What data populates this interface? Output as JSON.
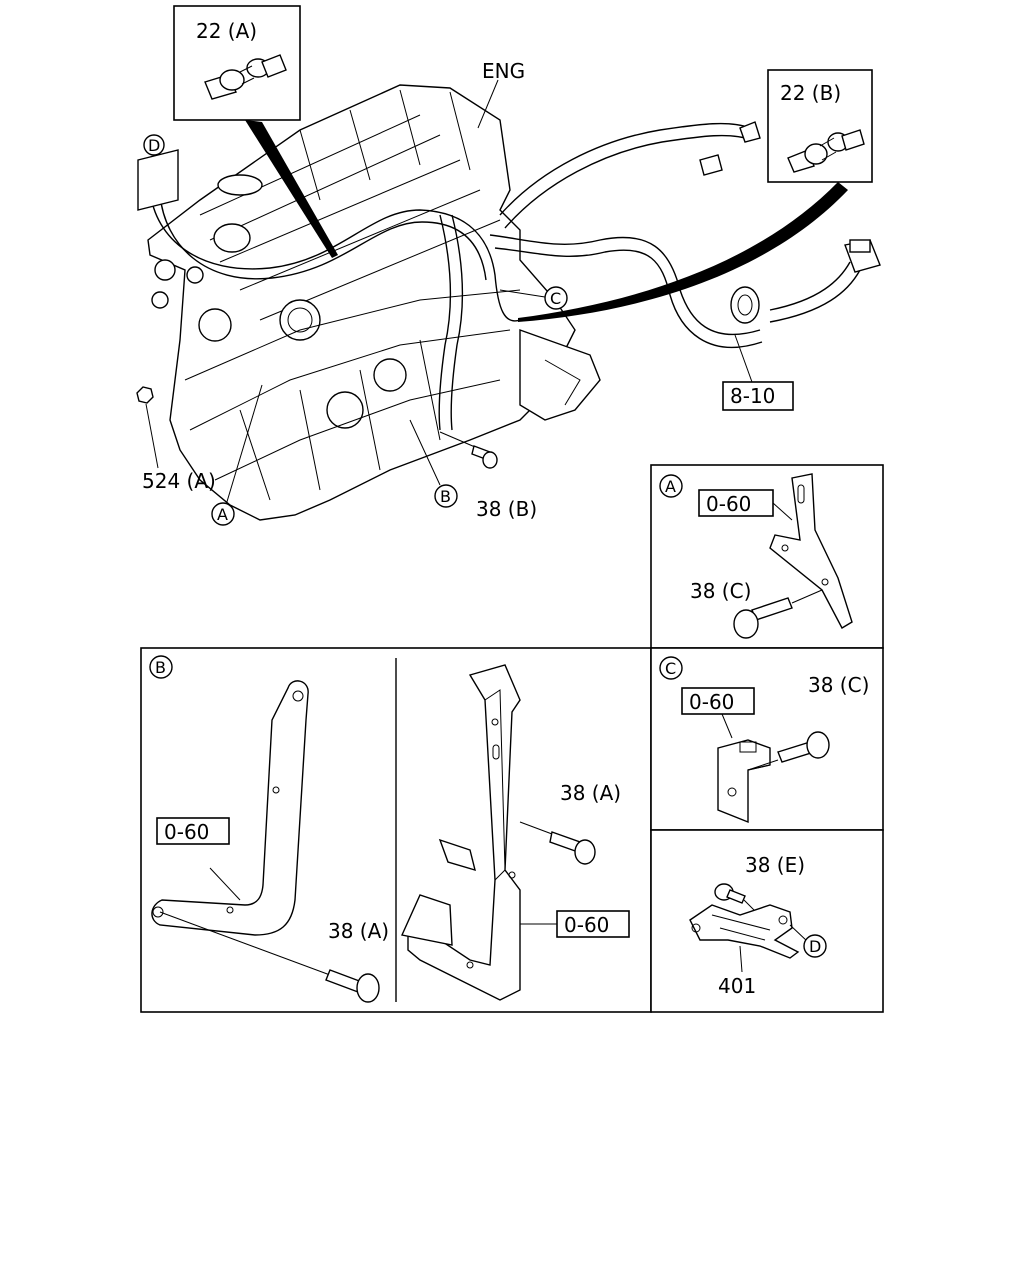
{
  "labels": {
    "eng": "ENG",
    "clip_22a": "22 (A)",
    "clip_22b": "22 (B)",
    "ref_8_10": "8-10",
    "nut_524a": "524 (A)",
    "bolt_38b": "38 (B)",
    "bolt_38a_left": "38 (A)",
    "bolt_38a_right": "38 (A)",
    "bolt_38c_a": "38 (C)",
    "bolt_38c_c": "38 (C)",
    "bolt_38e": "38 (E)",
    "bracket_401": "401",
    "bracket_0_60_a": "0-60",
    "bracket_0_60_b_left": "0-60",
    "bracket_0_60_b_right": "0-60",
    "bracket_0_60_c": "0-60"
  },
  "callouts": {
    "A": "A",
    "B": "B",
    "C": "C",
    "D": "D"
  }
}
